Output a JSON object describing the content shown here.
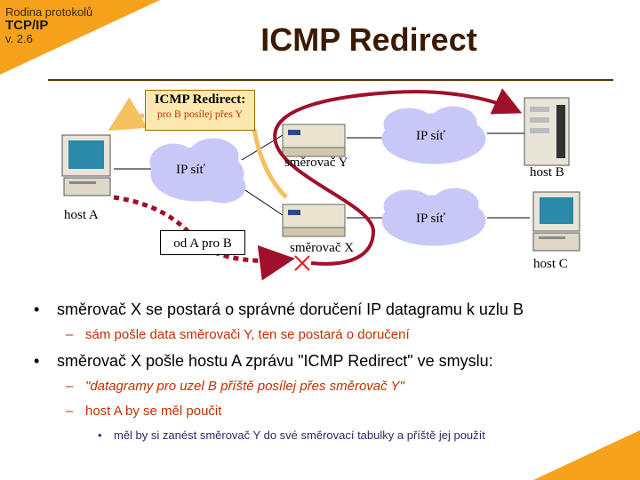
{
  "header": {
    "series": "Rodina protokolů",
    "course": "TCP/IP",
    "version": "v. 2.6",
    "title": "ICMP Redirect"
  },
  "diagram": {
    "host_a": "host A",
    "host_b": "host B",
    "host_c": "host C",
    "router_y": "směrovač Y",
    "router_x": "směrovač X",
    "cloud_1": "IP síť",
    "cloud_2": "IP síť",
    "cloud_3": "IP síť",
    "callout_title": "ICMP Redirect:",
    "callout_sub": "pro B posílej přes Y",
    "datagram_box": "od A pro B"
  },
  "bullets": {
    "b1": "směrovač X se postará o správné doručení IP datagramu k uzlu B",
    "b1_sub": "sám pošle data směrovači Y, ten se postará o doručení",
    "b2": "směrovač X pošle hostu A zprávu \"ICMP Redirect\" ve smyslu:",
    "b2_sub1": "\"datagramy pro uzel B příště posílej přes směrovač Y\"",
    "b2_sub2": "host A by se měl poučit",
    "b2_sub2_sub": "měl by si zanést směrovač Y do své směrovací tabulky a příště jej použít"
  },
  "colors": {
    "accent": "#f7a21c",
    "path": "#a0102a",
    "redirect_arrow": "#f5c060",
    "cloud": "#c8c8f8"
  },
  "glyphs": {
    "bullet": "•",
    "dash": "–"
  }
}
